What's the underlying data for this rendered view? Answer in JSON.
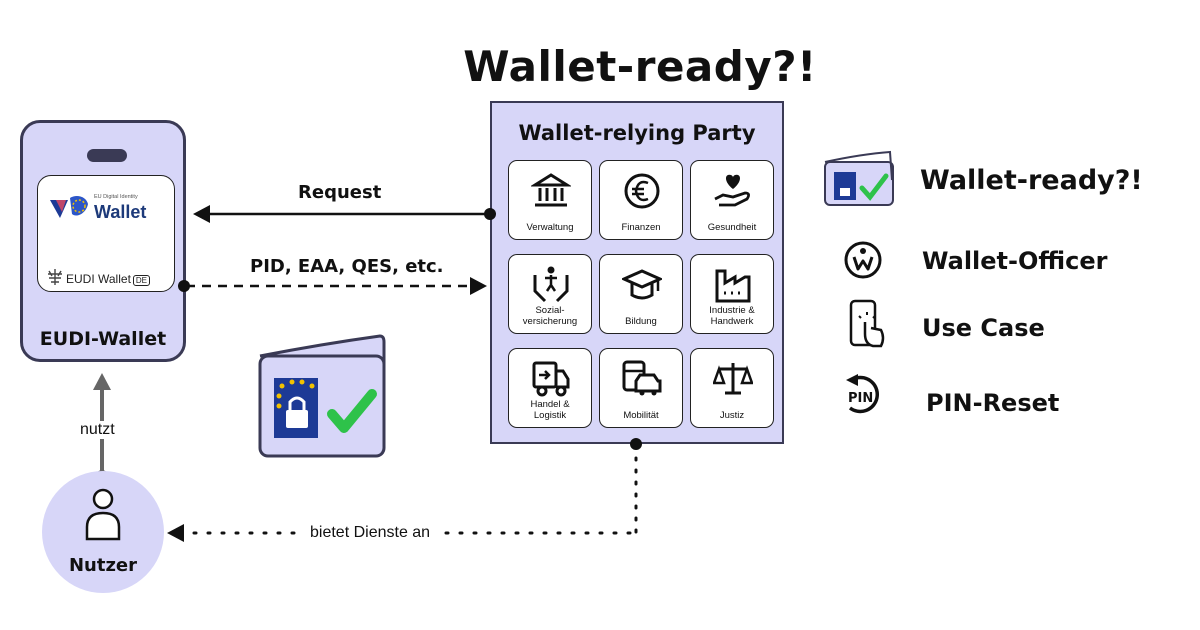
{
  "title": "Wallet-ready?!",
  "phone": {
    "label": "EUDI-Wallet",
    "eu_small": "EU Digital Identity",
    "eu_wallet": "Wallet",
    "eudi_de_text": "EUDI Wallet",
    "eudi_de_badge": "DE"
  },
  "relying_party": {
    "title": "Wallet-relying Party",
    "tiles": [
      {
        "label": "Verwaltung",
        "icon": "bank-icon"
      },
      {
        "label": "Finanzen",
        "icon": "euro-icon"
      },
      {
        "label": "Gesundheit",
        "icon": "heart-hand-icon"
      },
      {
        "label": "Sozial-\nversicherung",
        "icon": "family-hands-icon"
      },
      {
        "label": "Bildung",
        "icon": "graduation-cap-icon"
      },
      {
        "label": "Industrie &\nHandwerk",
        "icon": "factory-icon"
      },
      {
        "label": "Handel &\nLogistik",
        "icon": "truck-icon"
      },
      {
        "label": "Mobilität",
        "icon": "car-bus-icon"
      },
      {
        "label": "Justiz",
        "icon": "scales-icon"
      }
    ]
  },
  "arrows": {
    "request": "Request",
    "response": "PID, EAA, QES, etc.",
    "uses": "nutzt",
    "offers": "bietet Dienste an"
  },
  "user": {
    "label": "Nutzer"
  },
  "legend": [
    {
      "label": "Wallet-ready?!",
      "icon": "wallet-ready-icon"
    },
    {
      "label": "Wallet-Officer",
      "icon": "wallet-officer-icon"
    },
    {
      "label": "Use Case",
      "icon": "phone-tap-icon"
    },
    {
      "label": "PIN-Reset",
      "icon": "pin-reset-icon"
    }
  ],
  "colors": {
    "accent": "#d7d6f8",
    "outline": "#3a3a55",
    "check": "#2ec24a",
    "eu_blue": "#1d3a96",
    "eu_star": "#f2c200"
  }
}
